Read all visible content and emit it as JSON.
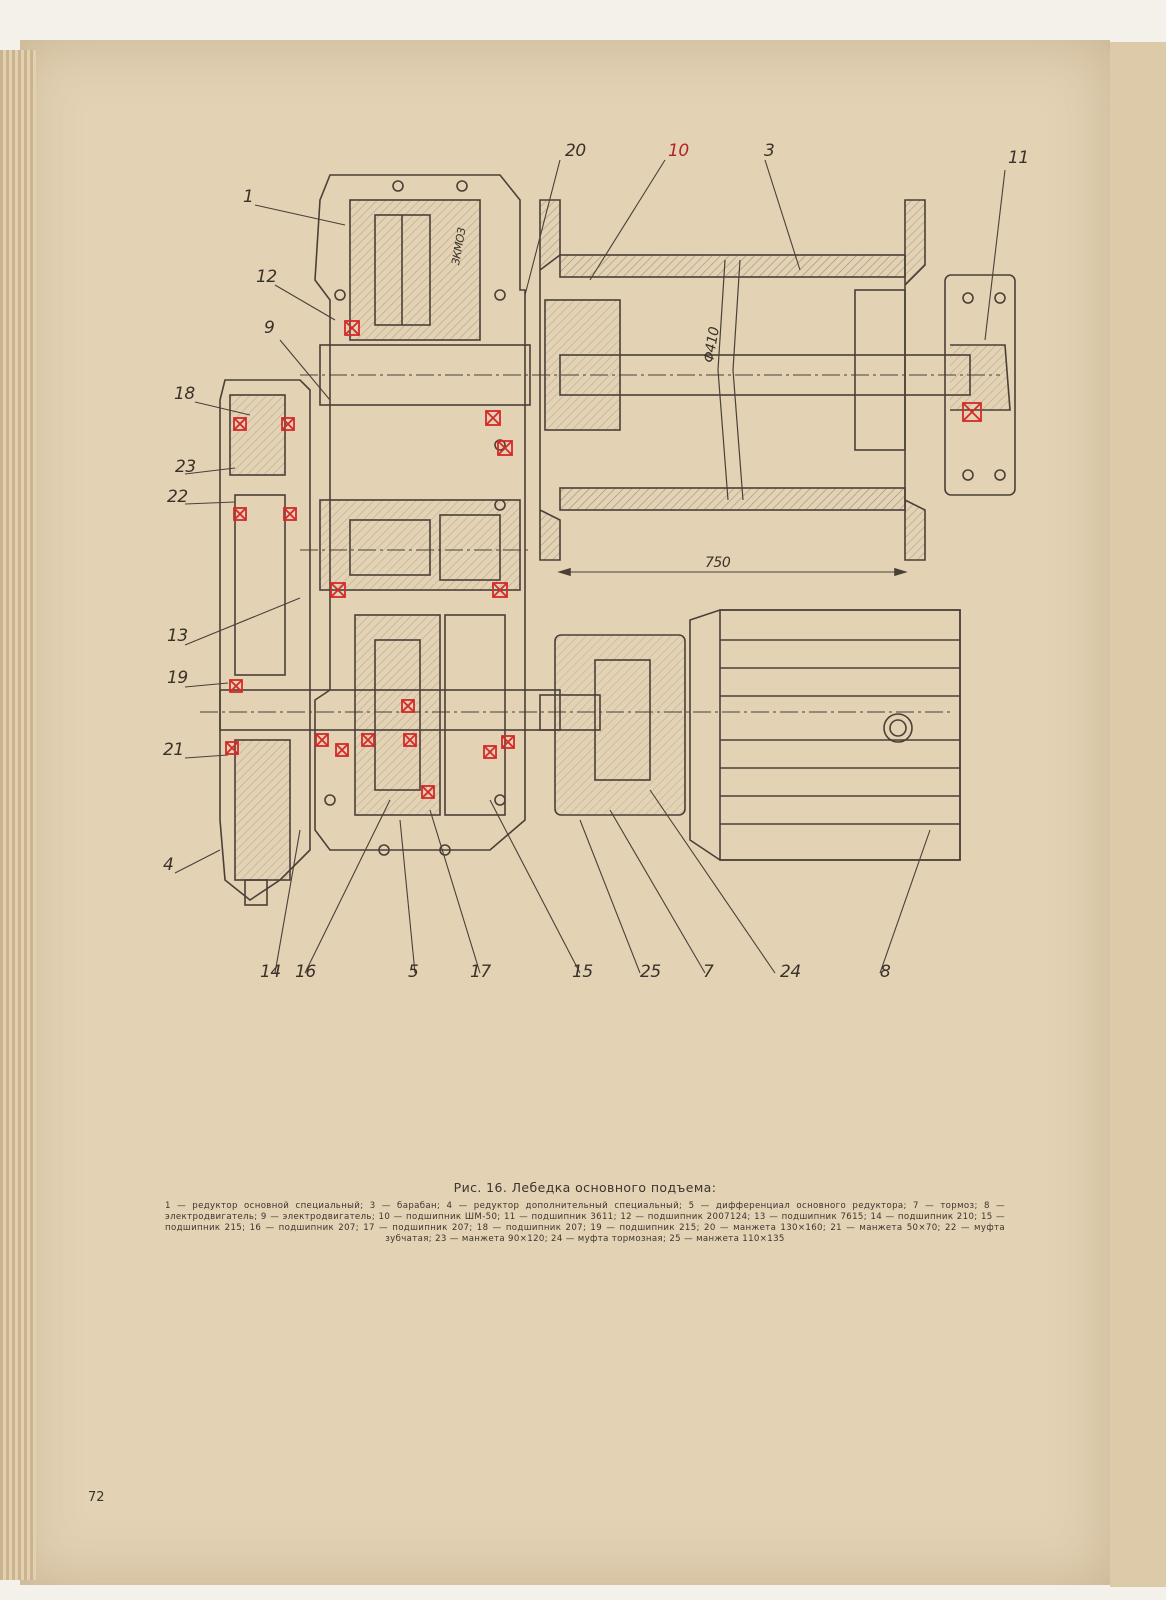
{
  "figure": {
    "callouts": [
      "1",
      "3",
      "4",
      "5",
      "7",
      "8",
      "9",
      "10",
      "11",
      "12",
      "13",
      "14",
      "15",
      "16",
      "17",
      "18",
      "19",
      "20",
      "21",
      "22",
      "23",
      "24",
      "25"
    ],
    "dimension_diameter": "Φ410",
    "dimension_length": "750",
    "housing_stamp": "ЗКМОЗ"
  },
  "caption": {
    "title": "Рис. 16. Лебедка основного подъема:",
    "text": "1 — редуктор основной специальный; 3 — барабан; 4 — редуктор дополнительный специальный; 5 — дифференциал основного редуктора; 7 — тормоз; 8 — электродвигатель; 9 — электродвигатель; 10 — подшипник ШМ-50; 11 — подшипник 3611; 12 — подшипник 2007124; 13 — подшипник 7615; 14 — подшипник 210; 15 — подшипник 215; 16 — подшипник 207; 17 — подшипник 207; 18 — подшипник 207; 19 — подшипник 215; 20 — манжета 130×160; 21 — манжета 50×70; 22 — муфта зубчатая; 23 — манжета 90×120; 24 — муфта тормозная; 25 — манжета 110×135"
  },
  "page_number": "72",
  "colors": {
    "paper": "#e3d2b4",
    "ink": "#4a4038",
    "bearing_mark": "#d42a2a"
  }
}
